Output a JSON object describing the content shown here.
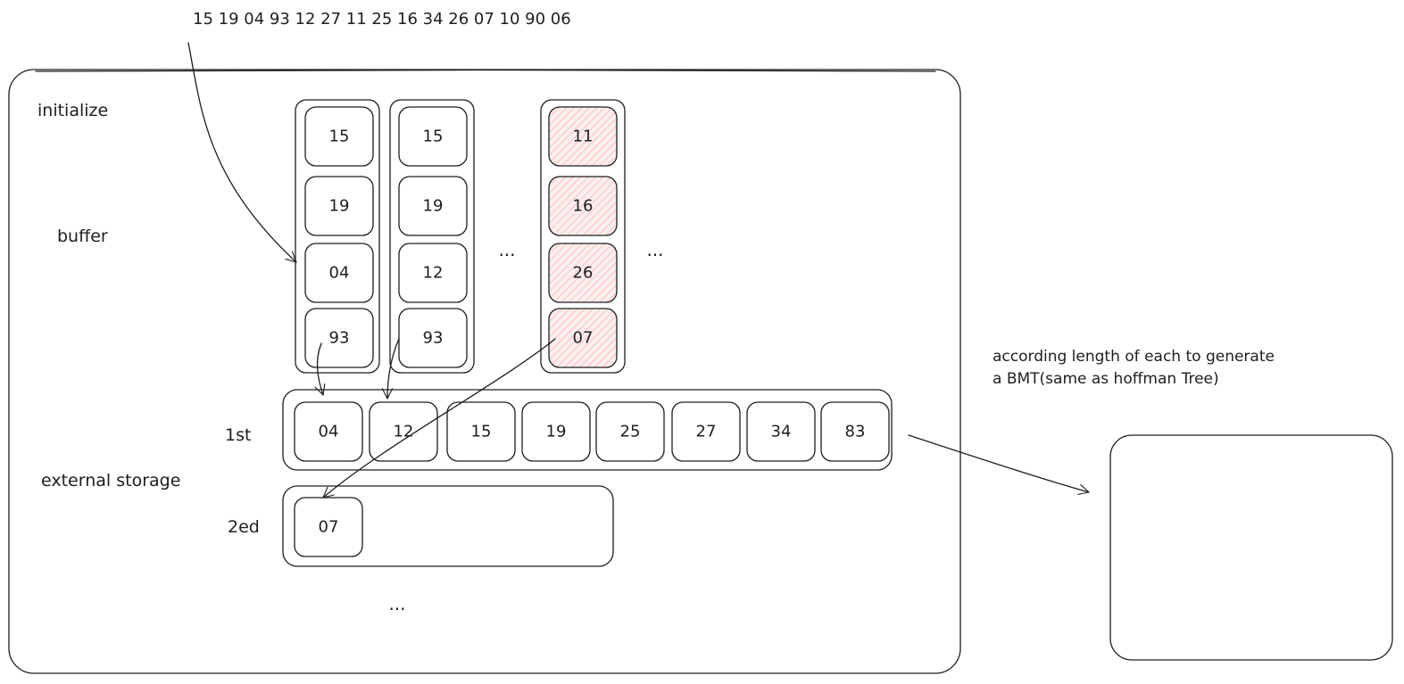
{
  "input_sequence": "15 19 04 93 12 27 11 25 16 34 26 07 10 90 06",
  "labels": {
    "initialize": "initialize",
    "buffer": "buffer",
    "external_storage": "external storage",
    "run_first": "1st",
    "run_second": "2ed",
    "ellipsis": "..."
  },
  "note": {
    "line1": "according length of each to generate",
    "line2": "a BMT(same as hoffman Tree)"
  },
  "buffer_columns": [
    {
      "cells": [
        "15",
        "19",
        "04",
        "93"
      ]
    },
    {
      "cells": [
        "15",
        "19",
        "12",
        "93"
      ]
    },
    {
      "cells": [
        "11",
        "16",
        "26",
        "07"
      ],
      "highlighted": true
    }
  ],
  "runs": {
    "first": [
      "04",
      "12",
      "15",
      "19",
      "25",
      "27",
      "34",
      "83"
    ],
    "second": [
      "07"
    ]
  },
  "colors": {
    "stroke": "#1e1e1e",
    "highlight_hatch": "#f4a3a3",
    "highlight_fill": "#fdeeee"
  }
}
